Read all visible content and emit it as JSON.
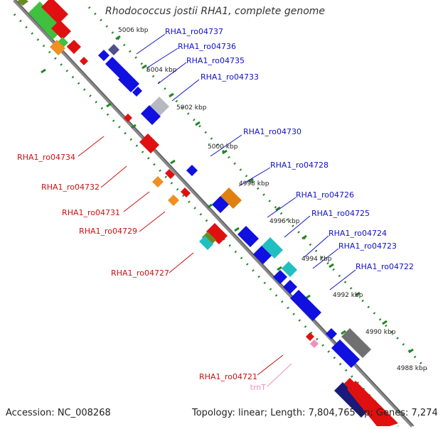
{
  "title": "Rhodococcus jostii RHA1, complete genome",
  "footer": {
    "accession": "Accession: NC_008268",
    "summary": "Topology: linear; Length: 7,804,765 bp; Genes: 7,274"
  },
  "ticks": [
    "5006 kbp",
    "5004 kbp",
    "5002 kbp",
    "5000 kbp",
    "4998 kbp",
    "4996 kbp",
    "4994 kbp",
    "4992 kbp",
    "4990 kbp",
    "4988 kbp"
  ],
  "labels_right": [
    "RHA1_ro04737",
    "RHA1_ro04736",
    "RHA1_ro04735",
    "RHA1_ro04733",
    "RHA1_ro04730",
    "RHA1_ro04728",
    "RHA1_ro04726",
    "RHA1_ro04725",
    "RHA1_ro04724",
    "RHA1_ro04723",
    "RHA1_ro04722"
  ],
  "labels_left": [
    "RHA1_ro04734",
    "RHA1_ro04732",
    "RHA1_ro04731",
    "RHA1_ro04729",
    "RHA1_ro04727",
    "RHA1_ro04721"
  ],
  "label_trna": "trnT",
  "colors": {
    "forward": "#1010e0",
    "reverse": "#e01010",
    "label_forward": "#1010cc",
    "label_reverse": "#cc1010",
    "trna": "#f090c0",
    "dots": "#228822",
    "backbone": "#888888"
  }
}
